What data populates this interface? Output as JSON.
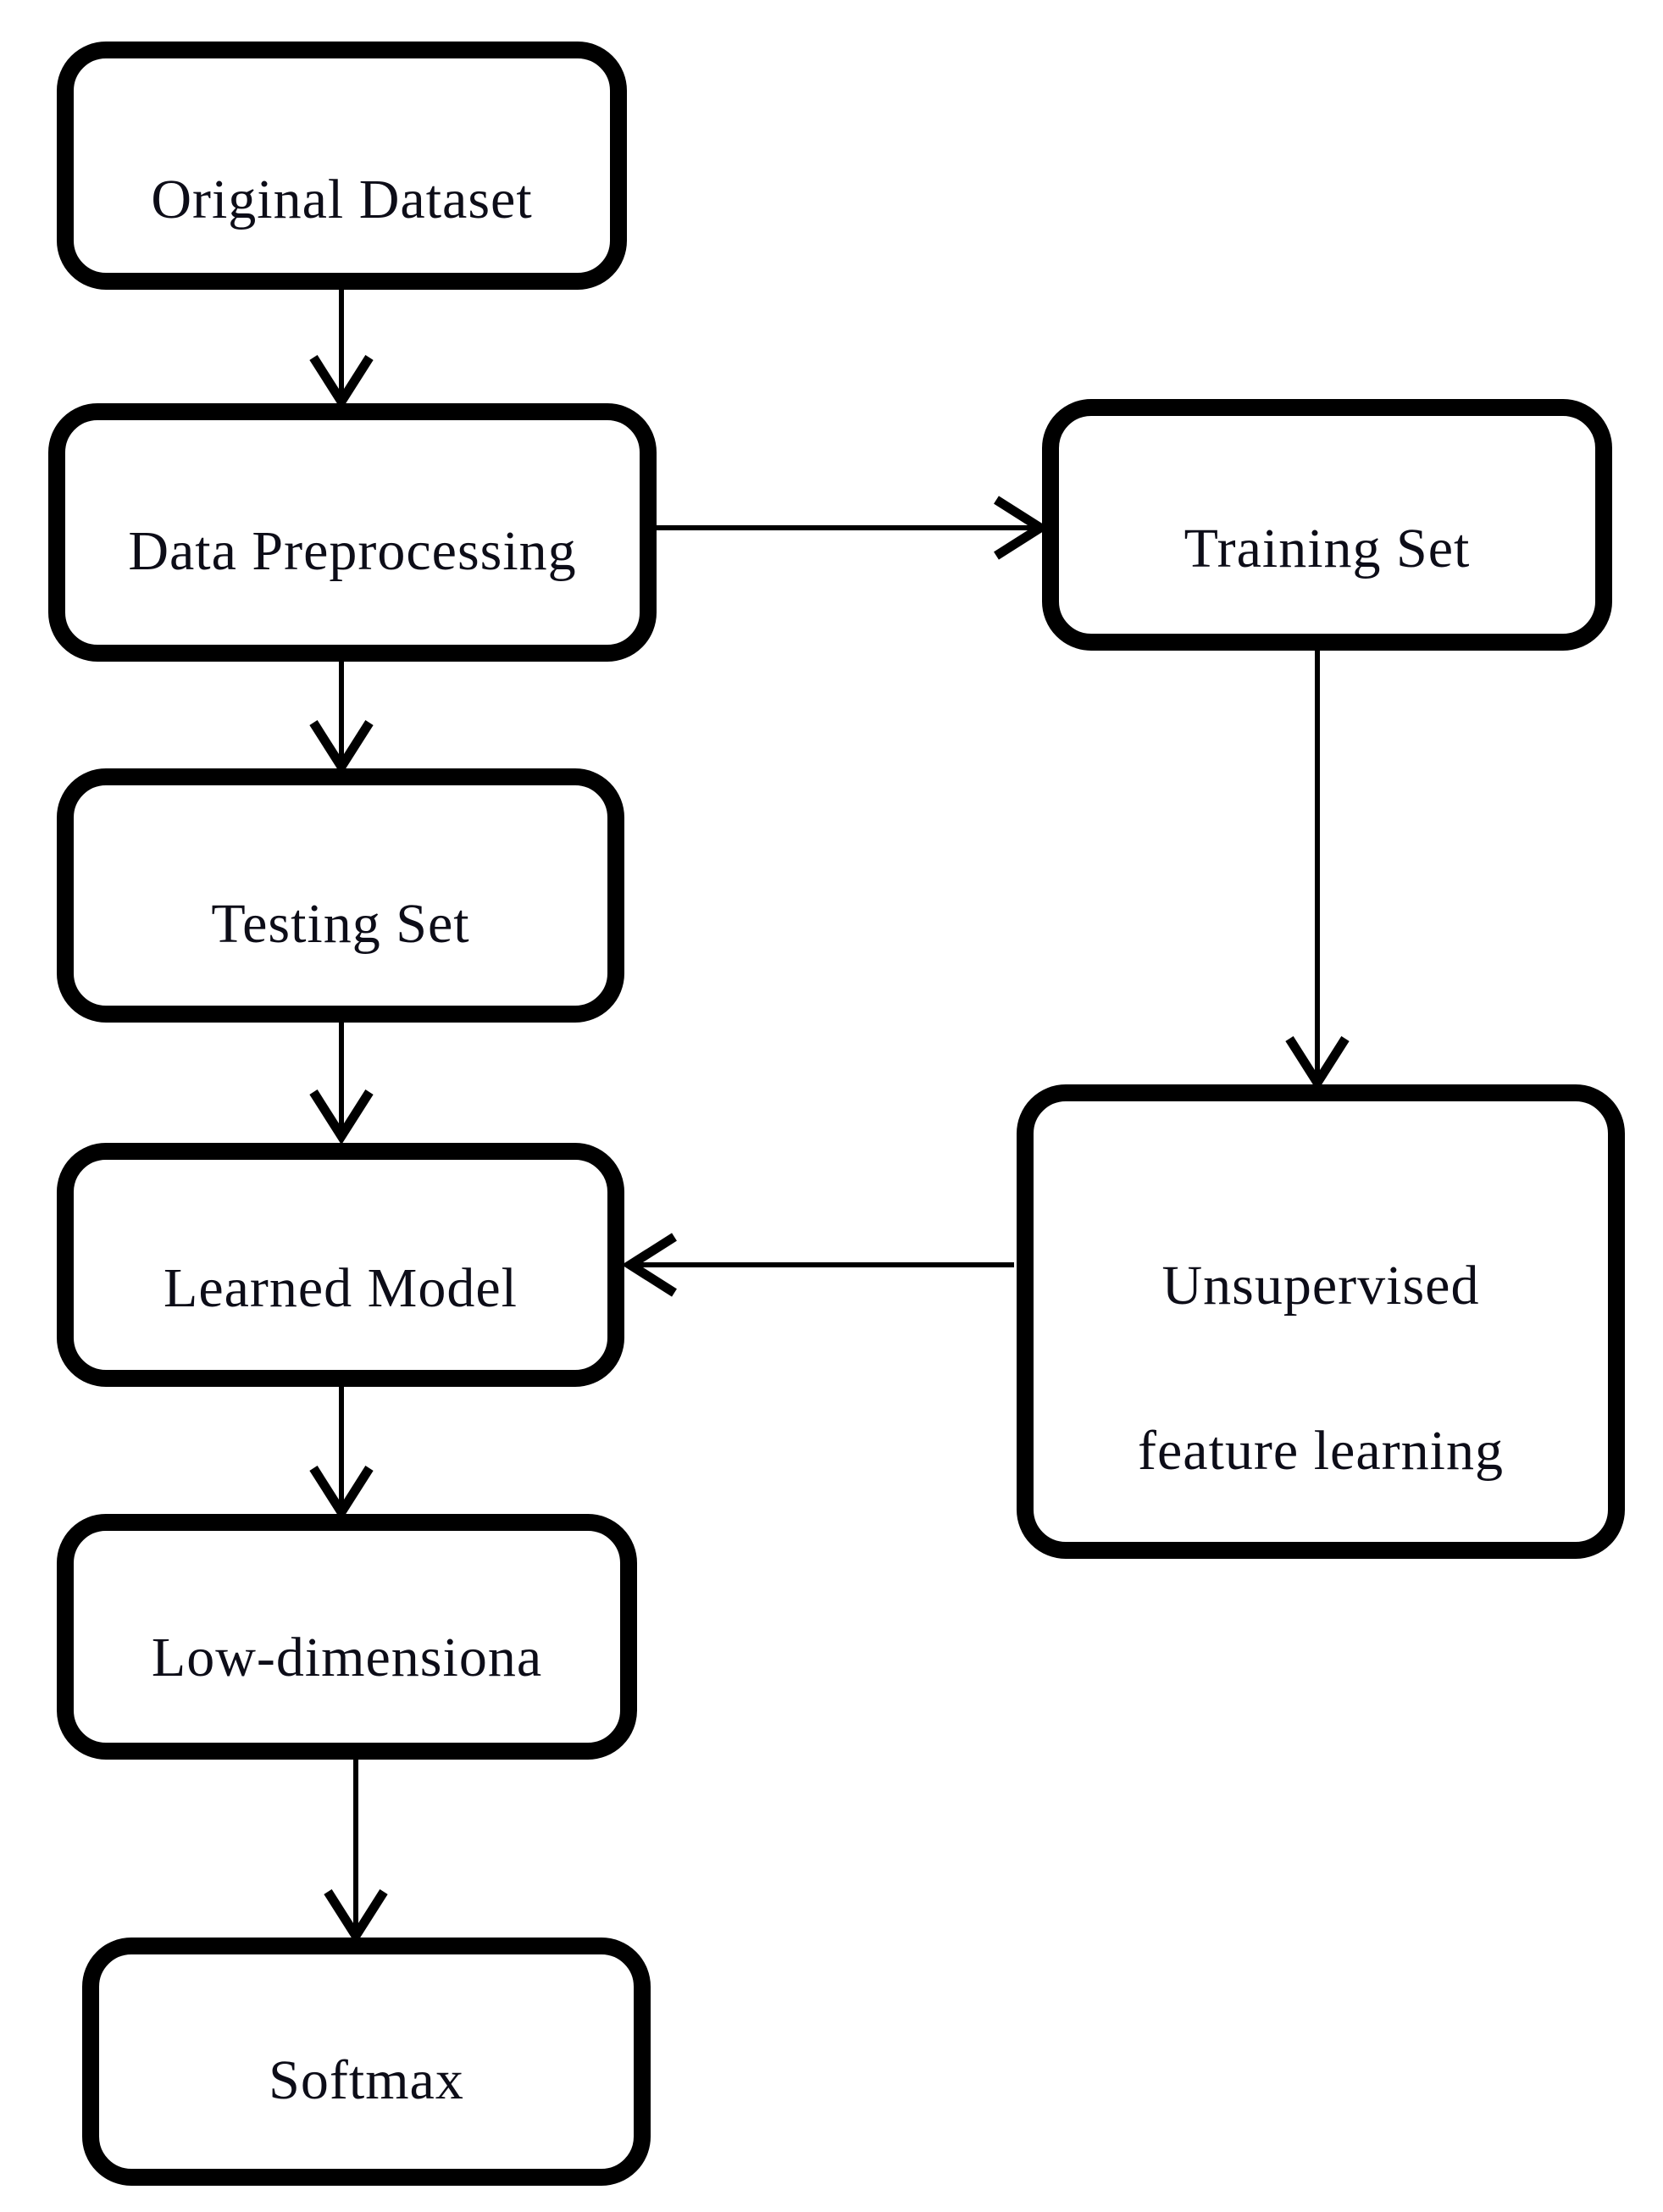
{
  "flowchart": {
    "colors": {
      "background": "#ffffff",
      "border": "#000000",
      "text": "#0d0d18",
      "arrow": "#000000"
    },
    "nodes": {
      "original_dataset": {
        "label": "Original Dataset"
      },
      "data_preprocessing": {
        "label": "Data Preprocessing"
      },
      "training_set": {
        "label": "Training Set"
      },
      "testing_set": {
        "label": "Testing Set"
      },
      "learned_model": {
        "label": "Learned Model"
      },
      "unsupervised_feature_learning": {
        "label_line1": "Unsupervised",
        "label_line2": "feature learning"
      },
      "low_dimensional": {
        "label": "Low-dimensiona"
      },
      "softmax": {
        "label": "Softmax"
      }
    },
    "edges": [
      {
        "from": "original_dataset",
        "to": "data_preprocessing",
        "direction": "down"
      },
      {
        "from": "data_preprocessing",
        "to": "training_set",
        "direction": "right"
      },
      {
        "from": "data_preprocessing",
        "to": "testing_set",
        "direction": "down"
      },
      {
        "from": "training_set",
        "to": "unsupervised_feature_learning",
        "direction": "down"
      },
      {
        "from": "testing_set",
        "to": "learned_model",
        "direction": "down"
      },
      {
        "from": "unsupervised_feature_learning",
        "to": "learned_model",
        "direction": "left"
      },
      {
        "from": "learned_model",
        "to": "low_dimensional",
        "direction": "down"
      },
      {
        "from": "low_dimensional",
        "to": "softmax",
        "direction": "down"
      }
    ]
  }
}
